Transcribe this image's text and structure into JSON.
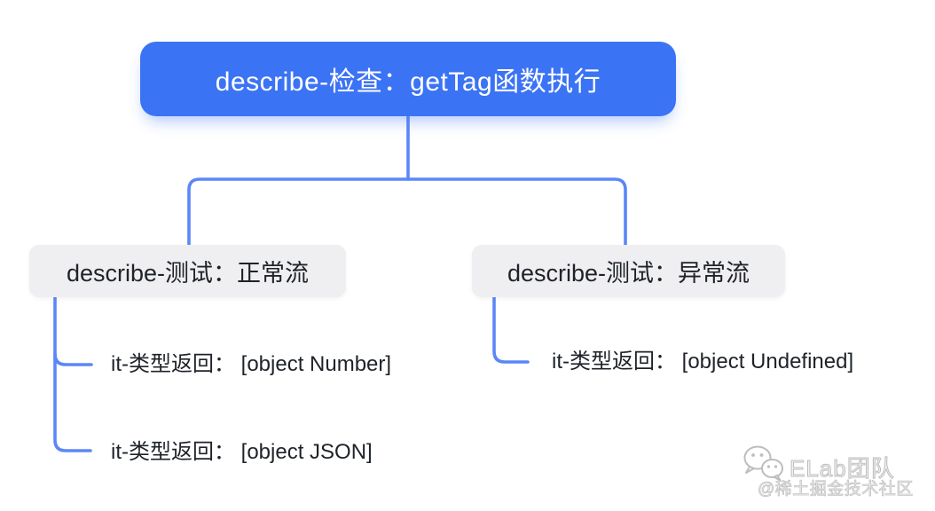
{
  "diagram": {
    "type": "tree",
    "root": {
      "label": "describe-检查：getTag函数执行",
      "bg_color": "#3b73f5",
      "text_color": "#ffffff"
    },
    "branches": [
      {
        "label": "describe-测试：正常流",
        "children": [
          {
            "label": "it-类型返回： [object Number]"
          },
          {
            "label": "it-类型返回： [object JSON]"
          }
        ]
      },
      {
        "label": "describe-测试：异常流",
        "children": [
          {
            "label": "it-类型返回： [object Undefined]"
          }
        ]
      }
    ],
    "colors": {
      "root_bg": "#3b73f5",
      "branch_bg": "#efeff1",
      "connector_line": "#5b87f7",
      "node_text": "#1f2329"
    }
  },
  "watermark": {
    "icon": "wechat-icon",
    "title": "ELab团队",
    "subtitle": "@稀土掘金技术社区",
    "color": "#c2c2c2"
  }
}
